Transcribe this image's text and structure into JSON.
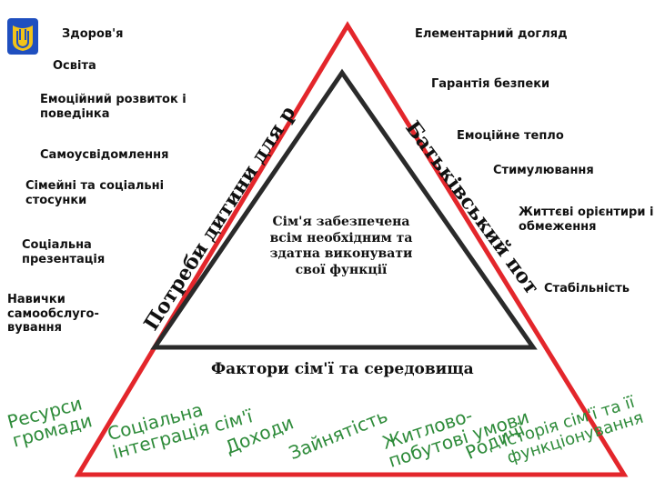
{
  "colors": {
    "outer_triangle": "#e3262b",
    "inner_triangle": "#2a2a2a",
    "bottom_labels": "#2e8b3a",
    "logo_yellow": "#f2c318",
    "logo_blue": "#1f4fbf"
  },
  "logo": {
    "icon": "hands-logo-icon"
  },
  "left_labels": {
    "health": "Здоров'я",
    "education": "Освіта",
    "emotional_development": "Емоційний розвиток і\nповедінка",
    "self_awareness": "Самоусвідомлення",
    "family_relations": "Сімейні  та соціальні\nстосунки",
    "social_presentation": "Соціальна\nпрезентація",
    "self_care": "Навички\nсамообслуго-\nвування"
  },
  "right_labels": {
    "basic_care": "Елементарний догляд",
    "safety": "Гарантія безпеки",
    "emotional_warmth": "Емоційне тепло",
    "stimulation": "Стимулювання",
    "guidance": "Життєві орієнтири і\nобмеження",
    "stability": "Стабільність"
  },
  "triangle_sides": {
    "left": "Потреби дитини для розвитку",
    "right": "Батьківський потенціал",
    "bottom": "Фактори сім'ї та середовища"
  },
  "center_text": "Сім'я забезпечена\nвсім необхідним та\nздатна виконувати\nсвої функції",
  "bottom_factors": {
    "community_resources": "Ресурси\nгромади",
    "social_integration": "Соціальна\nінтеграція сім'ї",
    "income": "Доходи",
    "employment": "Зайнятість",
    "living_conditions": "Житлово-\nпобутові умови",
    "relatives": "Родичі",
    "family_history": "Історія сім'ї та її\nфункціонування"
  }
}
